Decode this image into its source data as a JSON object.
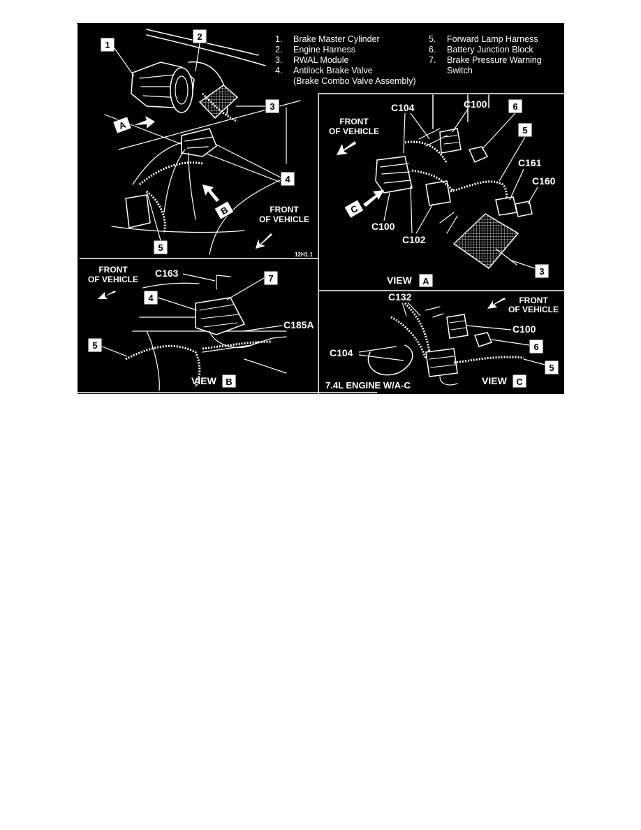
{
  "legend": {
    "items": [
      {
        "num": "1.",
        "text": "Brake Master Cylinder"
      },
      {
        "num": "2.",
        "text": "Engine Harness"
      },
      {
        "num": "3.",
        "text": "RWAL Module"
      },
      {
        "num": "4.",
        "text": "Antilock Brake Valve"
      },
      {
        "num": "",
        "text": "(Brake Combo Valve Assembly)"
      },
      {
        "num": "5.",
        "text": "Forward Lamp Harness"
      },
      {
        "num": "6.",
        "text": "Battery Junction Block"
      },
      {
        "num": "7.",
        "text": "Brake Pressure Warning"
      },
      {
        "num": "",
        "text": "Switch"
      }
    ]
  },
  "main_view": {
    "callouts": [
      "1",
      "2",
      "3",
      "4",
      "5"
    ],
    "view_markers": [
      "A",
      "B"
    ],
    "front_label_1": "FRONT",
    "front_label_2": "OF VEHICLE",
    "figure_code": "12H1.1"
  },
  "view_a": {
    "view_word": "VIEW",
    "view_letter": "A",
    "front_label_1": "FRONT",
    "front_label_2": "OF VEHICLE",
    "connectors": {
      "c104": "C104",
      "c100_top": "C100",
      "c161": "C161",
      "c160": "C160",
      "c100_bottom": "C100",
      "c102": "C102"
    },
    "callouts": [
      "6",
      "5",
      "3"
    ],
    "marker": "C"
  },
  "view_b": {
    "view_word": "VIEW",
    "view_letter": "B",
    "front_label_1": "FRONT",
    "front_label_2": "OF VEHICLE",
    "connectors": {
      "c163": "C163",
      "c185a": "C185A"
    },
    "callouts": [
      "7",
      "4",
      "5"
    ]
  },
  "view_c": {
    "view_word": "VIEW",
    "view_letter": "C",
    "front_label_1": "FRONT",
    "front_label_2": "OF VEHICLE",
    "connectors": {
      "c132": "C132",
      "c100": "C100",
      "c104": "C104"
    },
    "callouts": [
      "6",
      "5"
    ],
    "engine_note": "7.4L ENGINE W/A-C"
  }
}
